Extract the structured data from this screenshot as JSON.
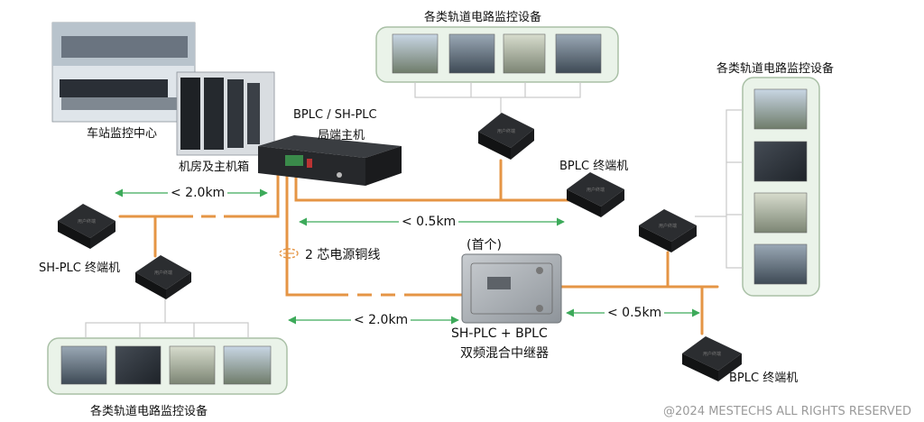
{
  "labels": {
    "station_center": "车站监控中心",
    "machine_room": "机房及主机箱",
    "head_unit": "BPLC / SH-PLC",
    "head_unit_sub": "局端主机",
    "top_devices": "各类轨道电路监控设备",
    "right_devices": "各类轨道电路监控设备",
    "bottom_devices": "各类轨道电路监控设备",
    "bplc_terminal_top": "BPLC 终端机",
    "bplc_terminal_bottom": "BPLC 终端机",
    "shplc_terminal": "SH-PLC 终端机",
    "cable": "2 芯电源铜线",
    "first": "(首个)",
    "repeater": "SH-PLC + BPLC",
    "repeater_sub": "双频混合中继器",
    "dist_left_top": "< 2.0km",
    "dist_mid": "< 0.5km",
    "dist_left_bottom": "< 2.0km",
    "dist_right": "< 0.5km",
    "terminal_face": "用户终端"
  },
  "copyright": "@2024 MESTECHS ALL RIGHTS RESERVED",
  "colors": {
    "cable": "#e59545",
    "arrow": "#3daa5a",
    "panel_fill": "#eaf3e9",
    "panel_stroke": "#a9c0a6",
    "device": "#1c1c1c",
    "connector": "#c9c9c9"
  }
}
